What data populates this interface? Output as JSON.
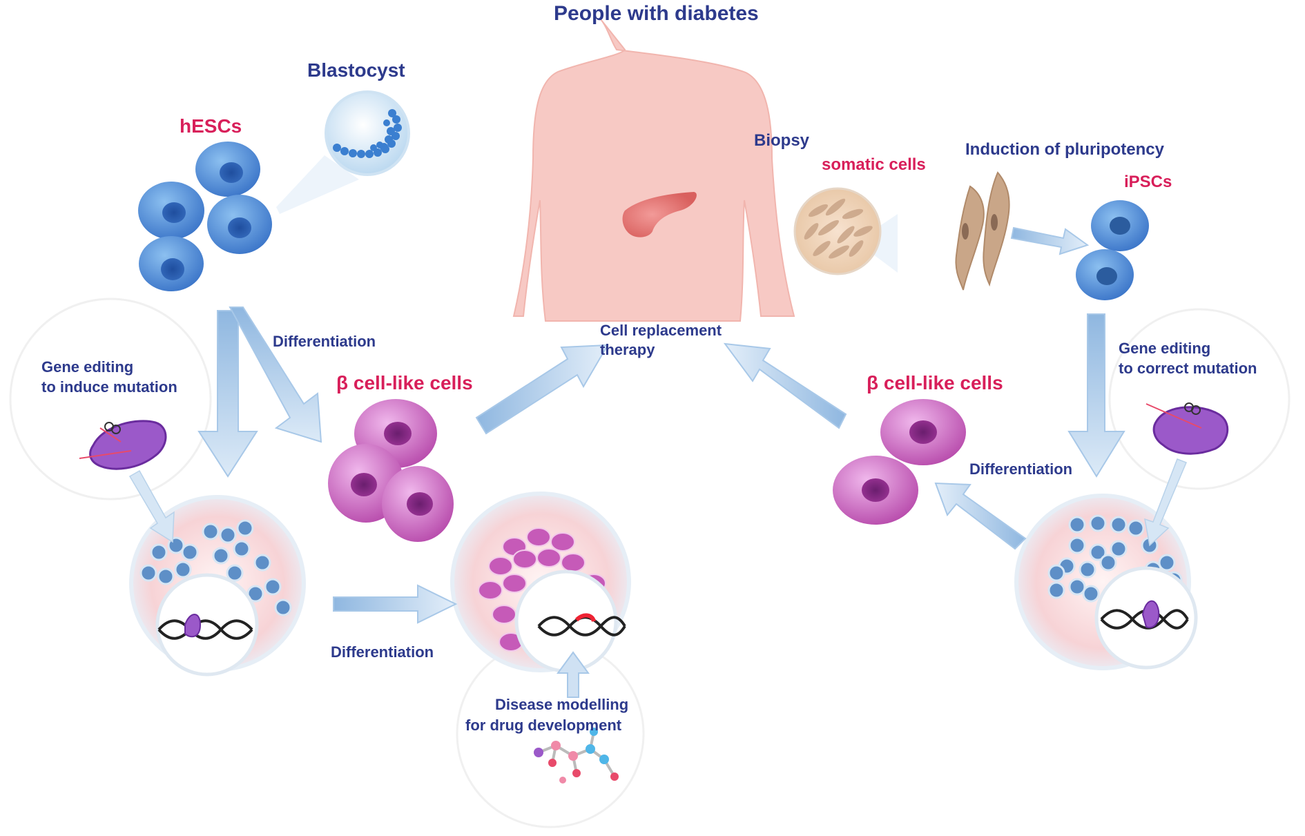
{
  "labels": {
    "title": "People with diabetes",
    "blastocyst": "Blastocyst",
    "hescs": "hESCs",
    "biopsy": "Biopsy",
    "somatic_cells": "somatic cells",
    "induction": "Induction of pluripotency",
    "ipscs": "iPSCs",
    "differentiation_left": "Differentiation",
    "gene_editing_induce_1": "Gene editing",
    "gene_editing_induce_2": "to induce mutation",
    "beta_cells_left": "β cell-like cells",
    "cell_replacement_1": "Cell replacement",
    "cell_replacement_2": "therapy",
    "beta_cells_right": "β cell-like cells",
    "gene_editing_correct_1": "Gene editing",
    "gene_editing_correct_2": "to correct mutation",
    "differentiation_right": "Differentiation",
    "differentiation_bottom": "Differentiation",
    "disease_modelling_1": "Disease modelling",
    "disease_modelling_2": "for drug development"
  },
  "colors": {
    "label_blue": "#2d3a8c",
    "label_red": "#d81f5a",
    "arrow_blue": "#9ec3e6",
    "body_pink": "#f7c9c4",
    "stem_cell_blue": "#4f8fd6",
    "beta_cell_magenta": "#c25ab8"
  }
}
